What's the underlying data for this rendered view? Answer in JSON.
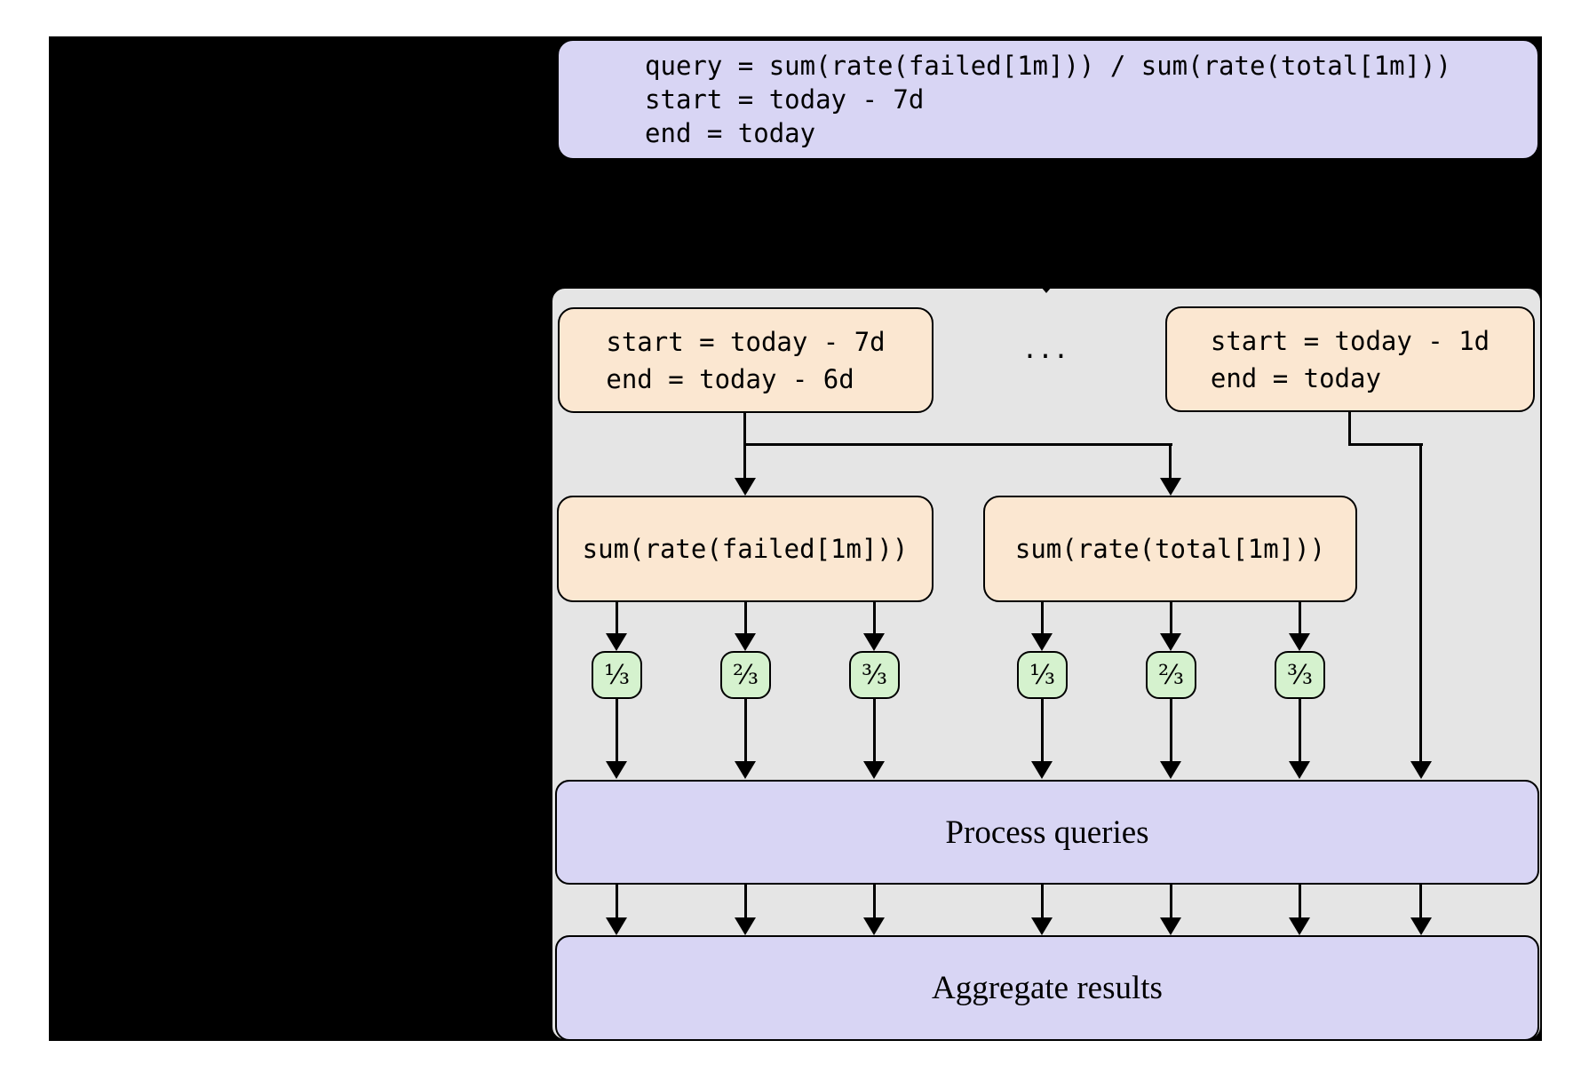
{
  "colors": {
    "page_background": "#ffffff",
    "diagram_background": "#000000",
    "panel_gray": "#e5e5e5",
    "lavender": "#d8d5f4",
    "peach": "#fbe7d1",
    "green": "#d5f2ce",
    "line": "#000000"
  },
  "query_box": {
    "line1": "query = sum(rate(failed[1m])) / sum(rate(total[1m]))",
    "line2": "start = today - 7d",
    "line3": "end = today"
  },
  "splits": {
    "first": {
      "line1": "start = today - 7d",
      "line2": "end = today - 6d"
    },
    "ellipsis": "...",
    "last": {
      "line1": "start = today - 1d",
      "line2": "end = today"
    }
  },
  "subqueries": {
    "failed": "sum(rate(failed[1m]))",
    "total": "sum(rate(total[1m]))"
  },
  "shards": [
    "¹⁄₃",
    "²⁄₃",
    "³⁄₃",
    "¹⁄₃",
    "²⁄₃",
    "³⁄₃"
  ],
  "stages": {
    "process": "Process queries",
    "aggregate": "Aggregate results"
  }
}
